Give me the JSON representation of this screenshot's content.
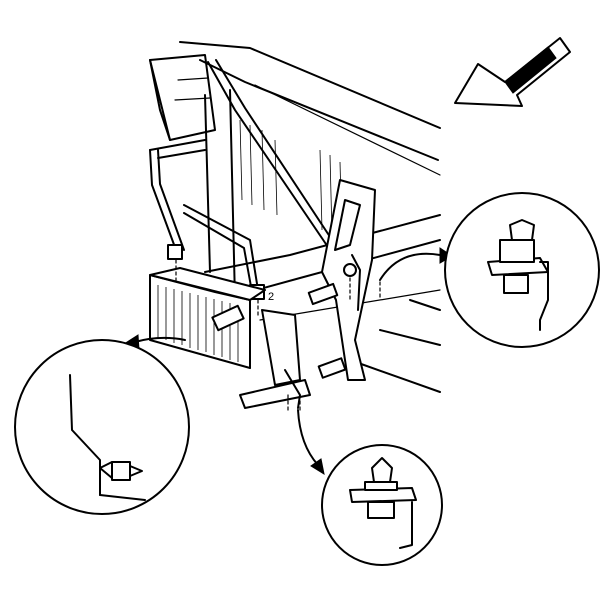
{
  "diagram": {
    "type": "exploded-mechanical-illustration",
    "callout_labels": {
      "fitting_marker": "2"
    },
    "detail_views": [
      {
        "id": "detail-right",
        "depicts": "clip-nut-on-bracket-icon"
      },
      {
        "id": "detail-left",
        "depicts": "clip-nut-on-bracket-icon"
      },
      {
        "id": "detail-bottom",
        "depicts": "clip-nut-on-bracket-icon"
      }
    ],
    "icons": [
      "direction-arrow-icon",
      "leader-arrow-icon",
      "clip-nut-icon",
      "bolt-icon"
    ],
    "line_color": "#000000",
    "background_color": "#ffffff"
  }
}
